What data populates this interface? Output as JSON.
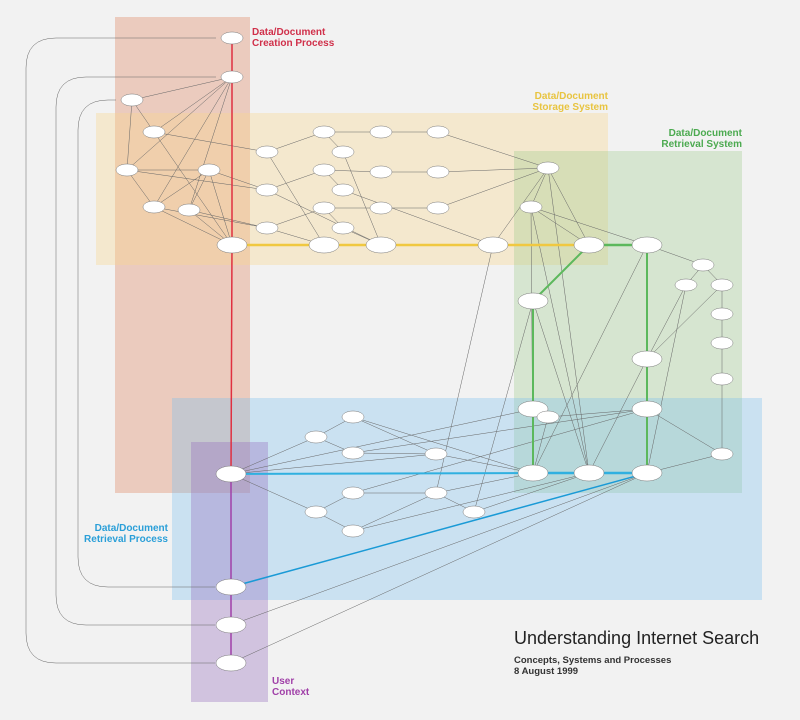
{
  "regions": {
    "creation": {
      "label_line1": "Data/Document",
      "label_line2": "Creation Process",
      "color": "#d0304a"
    },
    "storage": {
      "label_line1": "Data/Document",
      "label_line2": "Storage System",
      "color": "#e8c440"
    },
    "retrieval_system": {
      "label_line1": "Data/Document",
      "label_line2": "Retrieval System",
      "color": "#4caa50"
    },
    "retrieval_process": {
      "label_line1": "Data/Document",
      "label_line2": "Retrieval Process",
      "color": "#2a9fd8"
    },
    "user_context": {
      "label_line1": "User",
      "label_line2": "Context",
      "color": "#a040a8"
    }
  },
  "title": {
    "main": "Understanding Internet Search",
    "subtitle": "Concepts, Systems and Processes",
    "date": "8 August 1999"
  }
}
